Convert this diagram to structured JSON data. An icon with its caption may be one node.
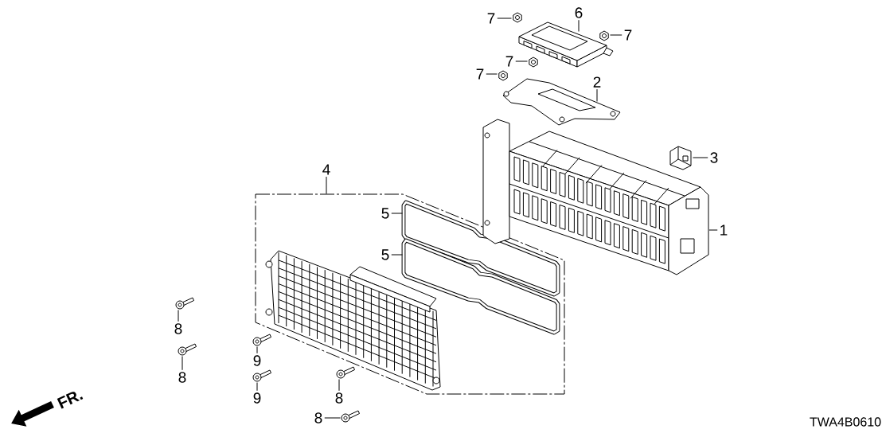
{
  "diagram": {
    "nodes": [
      {
        "text": [
          "7"
        ]
      },
      {
        "text": [],
        "shape": "picture"
      },
      {
        "text": [
          "6"
        ]
      },
      {
        "text": [],
        "shape": "picture"
      },
      {
        "text": [
          "7"
        ]
      },
      {
        "text": [],
        "shape": "picture"
      },
      {
        "text": [
          "7"
        ]
      },
      {
        "text": [],
        "shape": "picture"
      },
      {
        "text": [
          "7"
        ]
      },
      {
        "text": [],
        "shape": "picture"
      },
      {
        "text": [
          "2"
        ]
      },
      {
        "text": [],
        "shape": "picture"
      },
      {
        "text": [
          "3"
        ]
      },
      {
        "text": [],
        "shape": "picture"
      },
      {
        "text": [
          "4"
        ]
      },
      {
        "text": [],
        "shape": "box"
      },
      {
        "text": [
          "5"
        ],
        "in": 15
      },
      {
        "text": [],
        "shape": "picture",
        "in": 15
      },
      {
        "text": [
          "5"
        ],
        "in": 15
      },
      {
        "text": [],
        "shape": "picture",
        "in": 15
      },
      {
        "text": [
          "1"
        ]
      },
      {
        "text": [],
        "shape": "picture"
      },
      {
        "text": [
          "8"
        ]
      },
      {
        "text": [],
        "shape": "picture"
      },
      {
        "text": [
          "8"
        ]
      },
      {
        "text": [],
        "shape": "picture"
      },
      {
        "text": [
          "9"
        ]
      },
      {
        "text": [],
        "shape": "picture"
      },
      {
        "text": [
          "9"
        ]
      },
      {
        "text": [],
        "shape": "picture"
      },
      {
        "text": [
          "8"
        ]
      },
      {
        "text": [],
        "shape": "picture"
      },
      {
        "text": [
          "8"
        ]
      },
      {
        "text": [],
        "shape": "picture"
      }
    ],
    "edges": [
      {
        "from": 0,
        "to": 1,
        "arrow": "none"
      },
      {
        "from": 2,
        "to": 3,
        "arrow": "none"
      },
      {
        "from": 4,
        "to": 5,
        "arrow": "none"
      },
      {
        "from": 6,
        "to": 7,
        "arrow": "none"
      },
      {
        "from": 8,
        "to": 9,
        "arrow": "none"
      },
      {
        "from": 10,
        "to": 11,
        "arrow": "none"
      },
      {
        "from": 12,
        "to": 13,
        "arrow": "none"
      },
      {
        "from": 14,
        "to": 15,
        "arrow": "none"
      },
      {
        "from": 16,
        "to": 17,
        "arrow": "none"
      },
      {
        "from": 18,
        "to": 19,
        "arrow": "none"
      },
      {
        "from": 20,
        "to": 21,
        "arrow": "none"
      },
      {
        "from": 22,
        "to": 23,
        "arrow": "none"
      },
      {
        "from": 24,
        "to": 25,
        "arrow": "none"
      },
      {
        "from": 26,
        "to": 27,
        "arrow": "none"
      },
      {
        "from": 28,
        "to": 29,
        "arrow": "none"
      },
      {
        "from": 30,
        "to": 31,
        "arrow": "none"
      },
      {
        "from": 32,
        "to": 33,
        "arrow": "none"
      }
    ],
    "labels": [
      "FR.",
      "TWA4B0610"
    ]
  }
}
